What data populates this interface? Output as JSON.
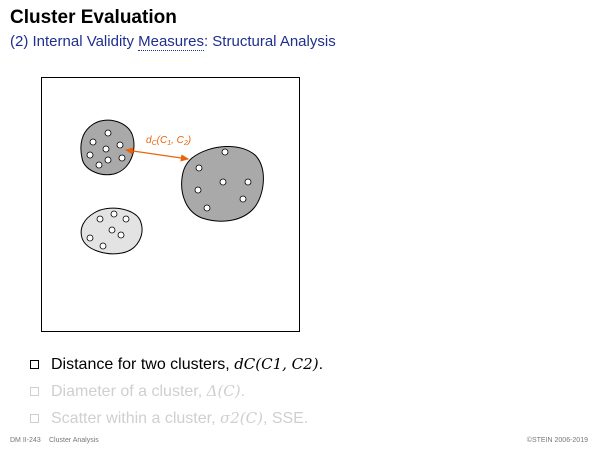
{
  "header": {
    "title": "Cluster Evaluation",
    "subtitle_prefix": "(2) Internal Validity ",
    "subtitle_link": "Measures",
    "subtitle_suffix": ": Structural Analysis"
  },
  "figure": {
    "label": "d",
    "label_sub": "C",
    "label_args": "(C",
    "label_c1": "1",
    "label_sep": ", C",
    "label_c2": "2",
    "label_end": ")",
    "colors": {
      "accent": "#e8630a",
      "dark_cluster": "#a9a9a9",
      "light_cluster": "#e3e3e3"
    }
  },
  "bullets": [
    {
      "text": "Distance for two clusters, ",
      "math": "dC(C1, C2)",
      "suffix": ".",
      "dim": false
    },
    {
      "text": "Diameter of a cluster, ",
      "math": "Δ(C)",
      "suffix": ".",
      "dim": true
    },
    {
      "text": "Scatter within a cluster, ",
      "math": "σ2(C)",
      "suffix": ", SSE.",
      "dim": true
    }
  ],
  "footer": {
    "left": "DM II-243",
    "mid": "Cluster Analysis",
    "right": "©STEIN 2006-2019"
  }
}
